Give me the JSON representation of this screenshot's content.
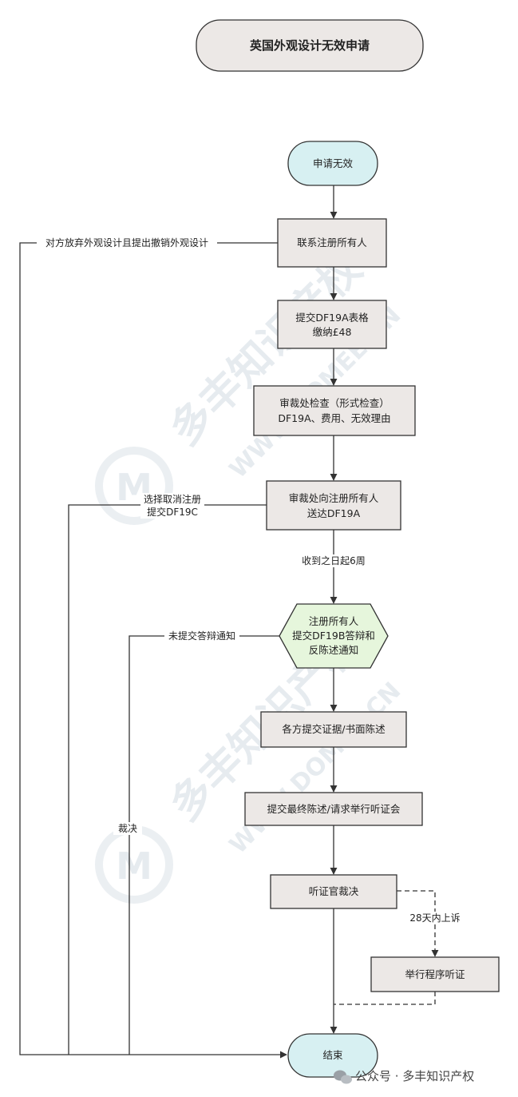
{
  "title": "英国外观设计无效申请",
  "nodes": {
    "start": "申请无效",
    "contact_owner": "联系注册所有人",
    "submit_df19a": [
      "提交DF19A表格",
      "缴纳£48"
    ],
    "registry_check": [
      "审裁处检查（形式检查）",
      "DF19A、费用、无效理由"
    ],
    "serve_df19a": [
      "审裁处向注册所有人",
      "送达DF19A"
    ],
    "owner_response": [
      "注册所有人",
      "提交DF19B答辩和",
      "反陈述通知"
    ],
    "evidence": "各方提交证据/书面陈述",
    "final_submission": "提交最终陈述/请求举行听证会",
    "hearing_decision": "听证官裁决",
    "appeal_hearing": "举行程序听证",
    "end": "结束"
  },
  "edge_labels": {
    "abandon": "对方放弃外观设计且提出撤销外观设计",
    "cancel": [
      "选择取消注册",
      "提交DF19C"
    ],
    "six_weeks": "收到之日起6周",
    "no_defence": "未提交答辩通知",
    "ruling": "裁决",
    "appeal_28": "28天内上诉"
  },
  "watermark": {
    "brand": "多丰知识产权",
    "url": "WWW.DOMEE.CN"
  },
  "footer": "公众号 · 多丰知识产权",
  "colors": {
    "box_fill": "#ece8e6",
    "terminal_fill": "#d7f0f2",
    "hexagon_fill": "#e6f6dc",
    "stroke": "#333333"
  }
}
